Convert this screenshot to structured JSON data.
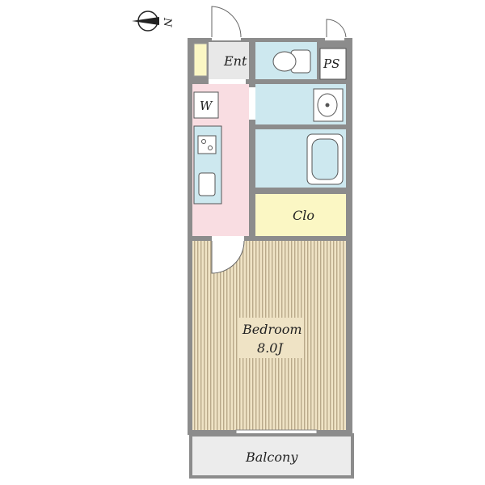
{
  "compass": {
    "label": "N",
    "icon": "north-arrow-icon"
  },
  "rooms": {
    "entrance": "Ent",
    "pipe_space": "PS",
    "washer": "W",
    "closet": "Clo",
    "bedroom": "Bedroom",
    "bedroom_size": "8.0J",
    "balcony": "Balcony"
  },
  "colors": {
    "wall": "#8c8c8c",
    "kitchen_floor": "#f9dde2",
    "wet_area": "#cde8ef",
    "closet": "#fbf7c4",
    "bedroom_floor": "#efe3c5",
    "bedroom_stripe": "#b9a98a",
    "balcony": "#ececec",
    "entrance": "#e8e8e8"
  }
}
